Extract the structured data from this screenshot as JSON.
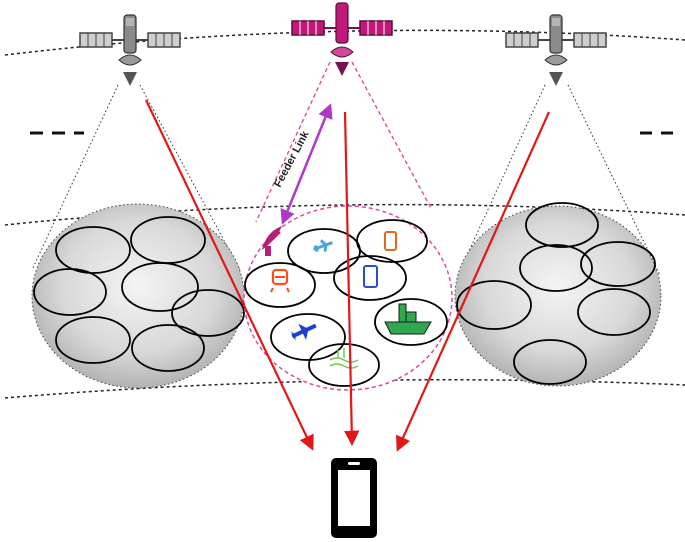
{
  "diagram": {
    "feeder_link_label": "Feeder Link",
    "satellites": [
      {
        "id": "left",
        "color": "#6f6f6f",
        "role": "satellite"
      },
      {
        "id": "center",
        "color": "#c2187a",
        "role": "satellite"
      },
      {
        "id": "right",
        "color": "#6f6f6f",
        "role": "satellite"
      }
    ],
    "center_cell_icons": [
      "airplane-icon",
      "smartphone-icon",
      "train-icon",
      "smartphone-icon",
      "airplane-icon",
      "ship-icon",
      "wetland-sensor-icon"
    ],
    "colors": {
      "beam_arrow": "#e01818",
      "center_beam": "#d94aa0",
      "feeder_link": "#b038c8",
      "gray_sphere": "#c9c9c9",
      "orbit_line": "#222222",
      "user_device": "#000000"
    }
  }
}
